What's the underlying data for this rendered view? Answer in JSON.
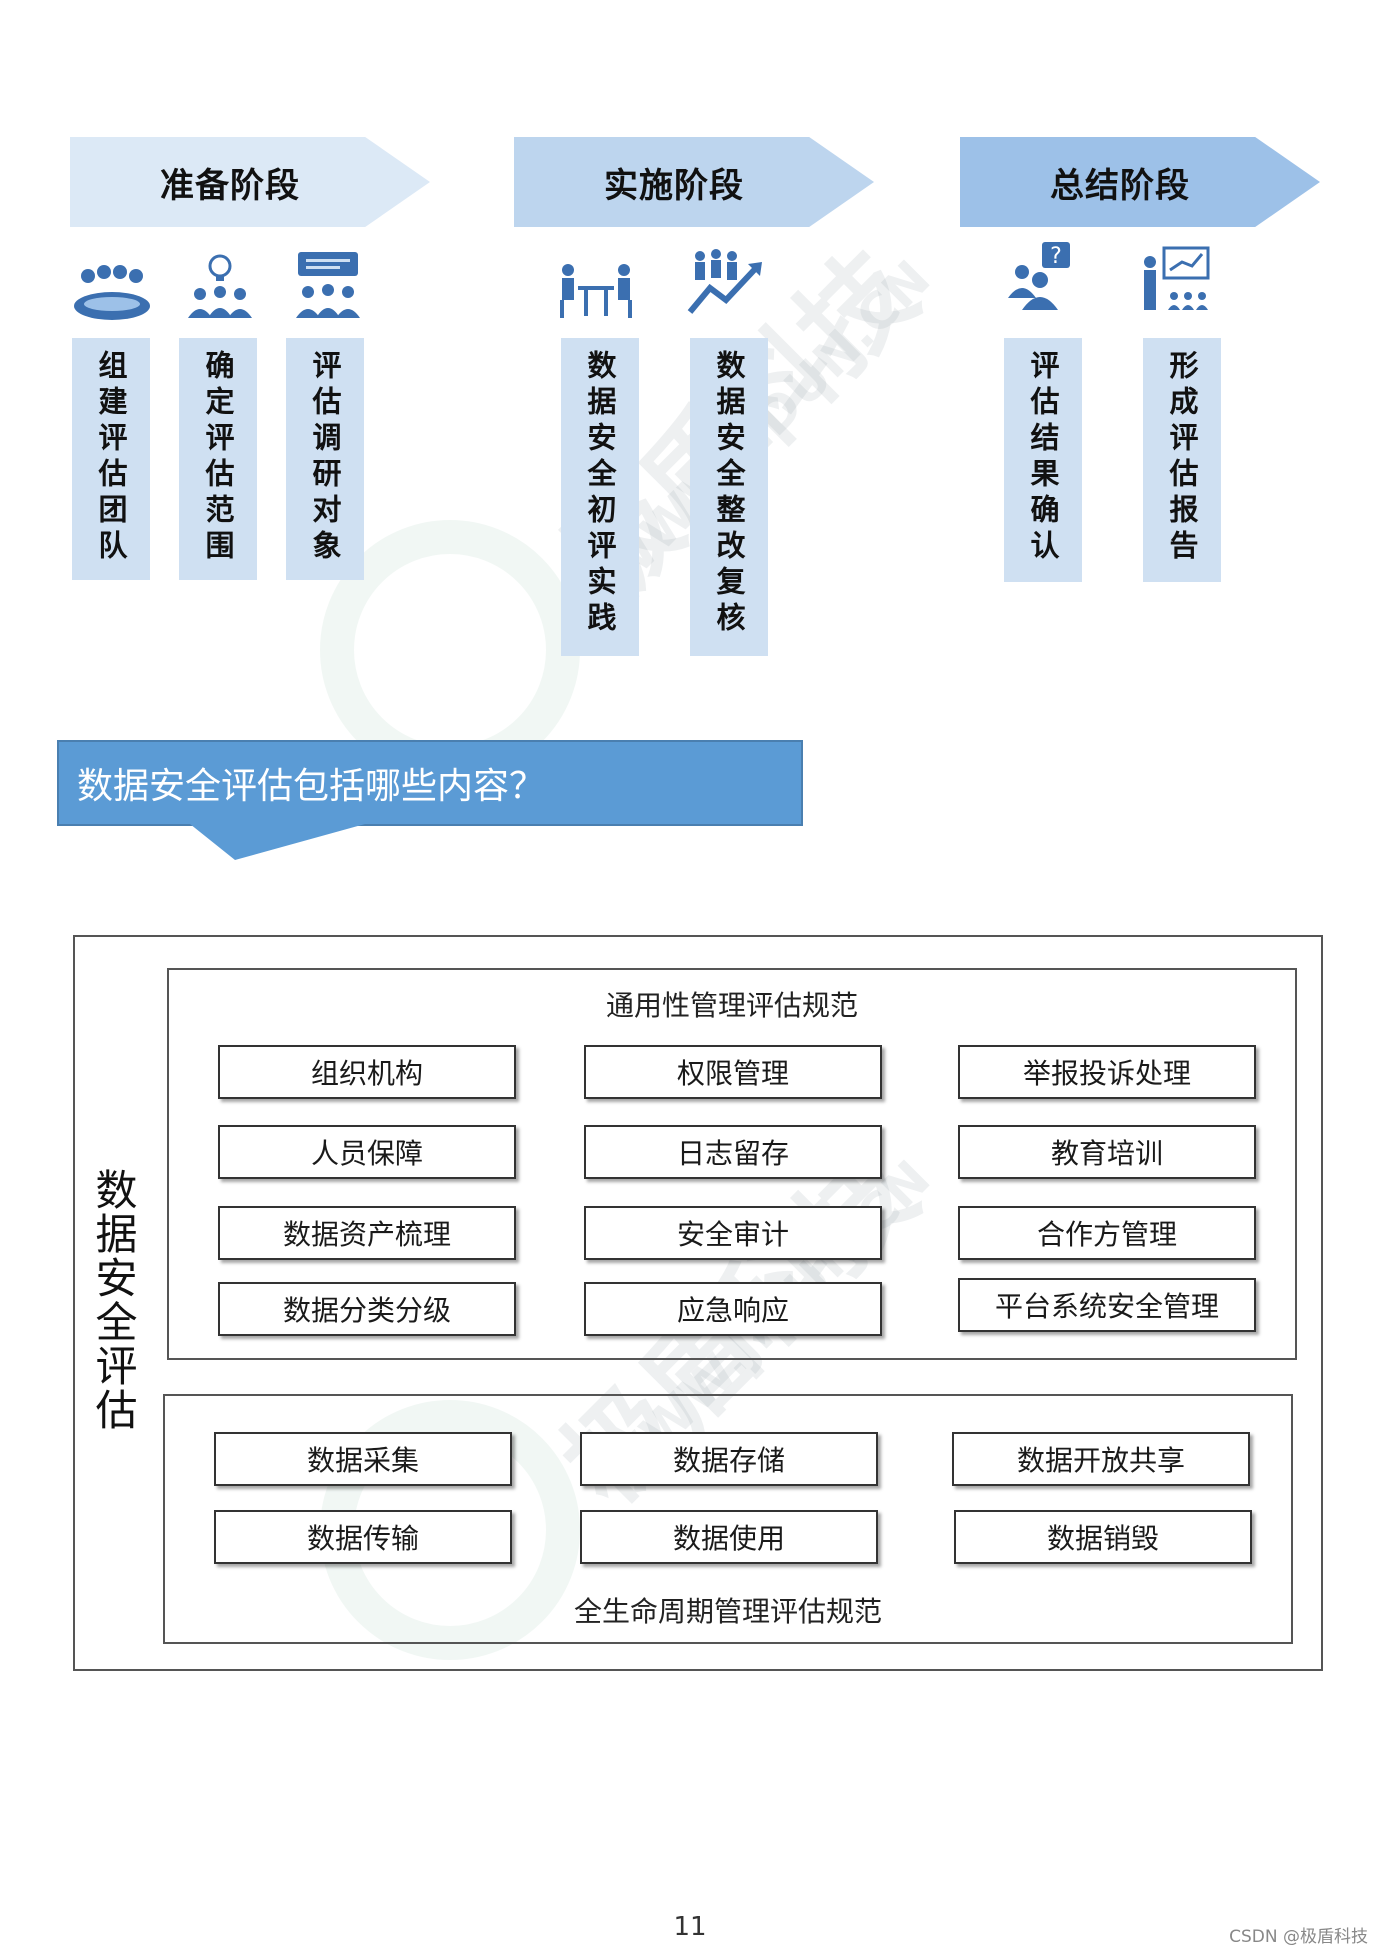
{
  "stages": [
    {
      "title": "准备阶段",
      "color": "#dce9f6",
      "steps": [
        "组建评估团队",
        "确定评估范围",
        "评估调研对象"
      ],
      "icons": [
        "team-meeting-icon",
        "idea-team-icon",
        "presentation-audience-icon"
      ]
    },
    {
      "title": "实施阶段",
      "color": "#bdd5ee",
      "steps": [
        "数据安全初评实践",
        "数据安全整改复核"
      ],
      "icons": [
        "desk-discussion-icon",
        "growth-team-icon"
      ]
    },
    {
      "title": "总结阶段",
      "color": "#9dc1e8",
      "steps": [
        "评估结果确认",
        "形成评估报告"
      ],
      "icons": [
        "question-person-icon",
        "teacher-board-icon"
      ]
    }
  ],
  "banner": {
    "text": "数据安全评估包括哪些内容？"
  },
  "diagram": {
    "side_title": "数据安全评估",
    "general": {
      "title": "通用性管理评估规范",
      "items": [
        "组织机构",
        "权限管理",
        "举报投诉处理",
        "人员保障",
        "日志留存",
        "教育培训",
        "数据资产梳理",
        "安全审计",
        "合作方管理",
        "数据分类分级",
        "应急响应",
        "平台系统安全管理"
      ]
    },
    "lifecycle": {
      "title": "全生命周期管理评估规范",
      "items": [
        "数据采集",
        "数据存储",
        "数据开放共享",
        "数据传输",
        "数据使用",
        "数据销毁"
      ]
    }
  },
  "watermark": {
    "brand": "极盾科技",
    "url": "WWW.JIDUN.CN"
  },
  "page_number": "11",
  "credit": "CSDN @极盾科技",
  "colors": {
    "icon_blue": "#3b6fb0",
    "banner_blue": "#5b9bd5"
  }
}
